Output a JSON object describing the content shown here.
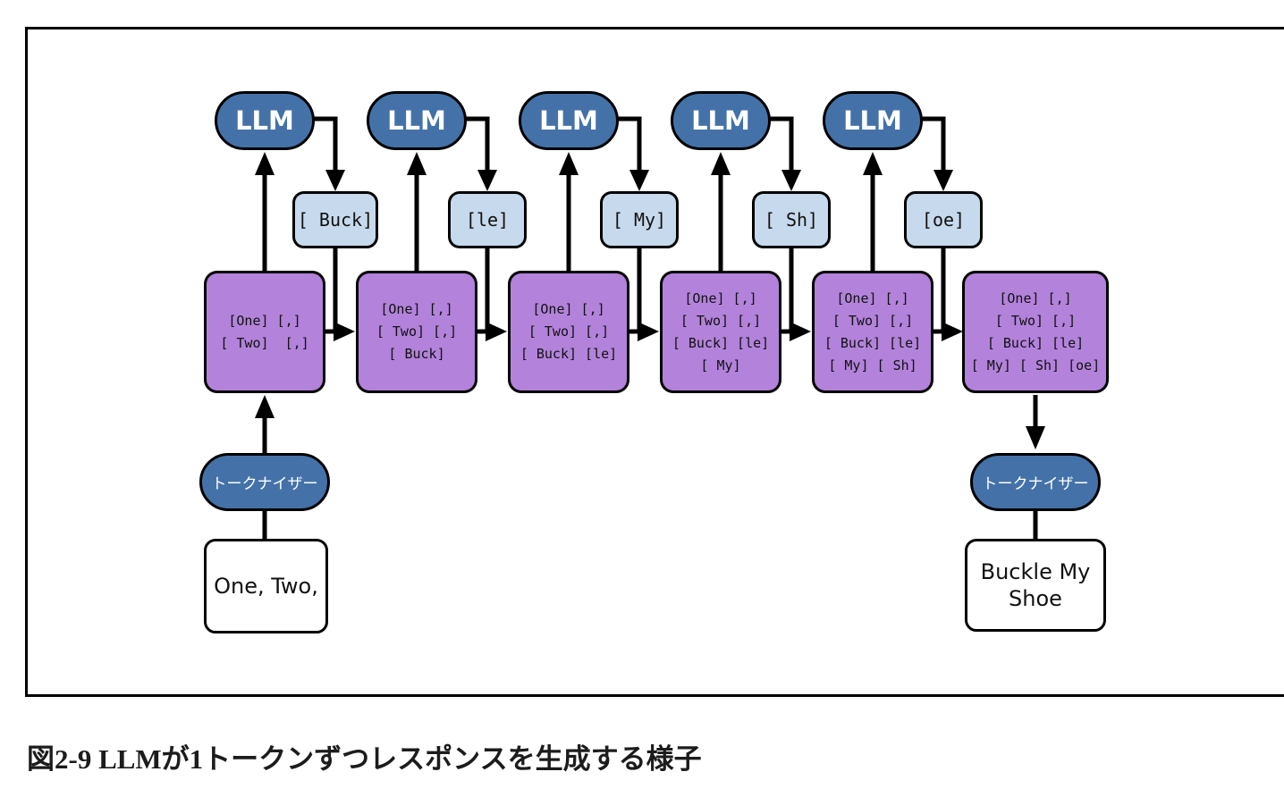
{
  "diagram": {
    "columns": [
      {
        "llm_label": "LLM",
        "token_label": "[ Buck]",
        "context_text": "[One] [,]\n[ Two]  [,]"
      },
      {
        "llm_label": "LLM",
        "token_label": "[le]",
        "context_text": "[One] [,]\n[ Two] [,]\n[ Buck]"
      },
      {
        "llm_label": "LLM",
        "token_label": "[ My]",
        "context_text": "[One] [,]\n[ Two] [,]\n[ Buck] [le]"
      },
      {
        "llm_label": "LLM",
        "token_label": "[ Sh]",
        "context_text": "[One] [,]\n[ Two] [,]\n[ Buck] [le]\n[ My]"
      },
      {
        "llm_label": "LLM",
        "token_label": "[oe]",
        "context_text": "[One] [,]\n[ Two] [,]\n[ Buck] [le]\n[ My] [ Sh]"
      }
    ],
    "final_context_text": "[One] [,]\n[ Two] [,]\n[ Buck] [le]\n[ My] [ Sh] [oe]",
    "input_tokenizer_label": "トークナイザー",
    "output_tokenizer_label": "トークナイザー",
    "input_text": "One, Two,",
    "output_text": "Buckle My Shoe",
    "colors": {
      "llm_pill_fill": "#4472A8",
      "token_box_fill": "#C7D9ED",
      "context_box_fill": "#B382DB",
      "io_box_fill": "#FFFFFF",
      "stroke": "#000000"
    }
  },
  "caption": "図2-9 LLMが1トークンずつレスポンスを生成する様子"
}
